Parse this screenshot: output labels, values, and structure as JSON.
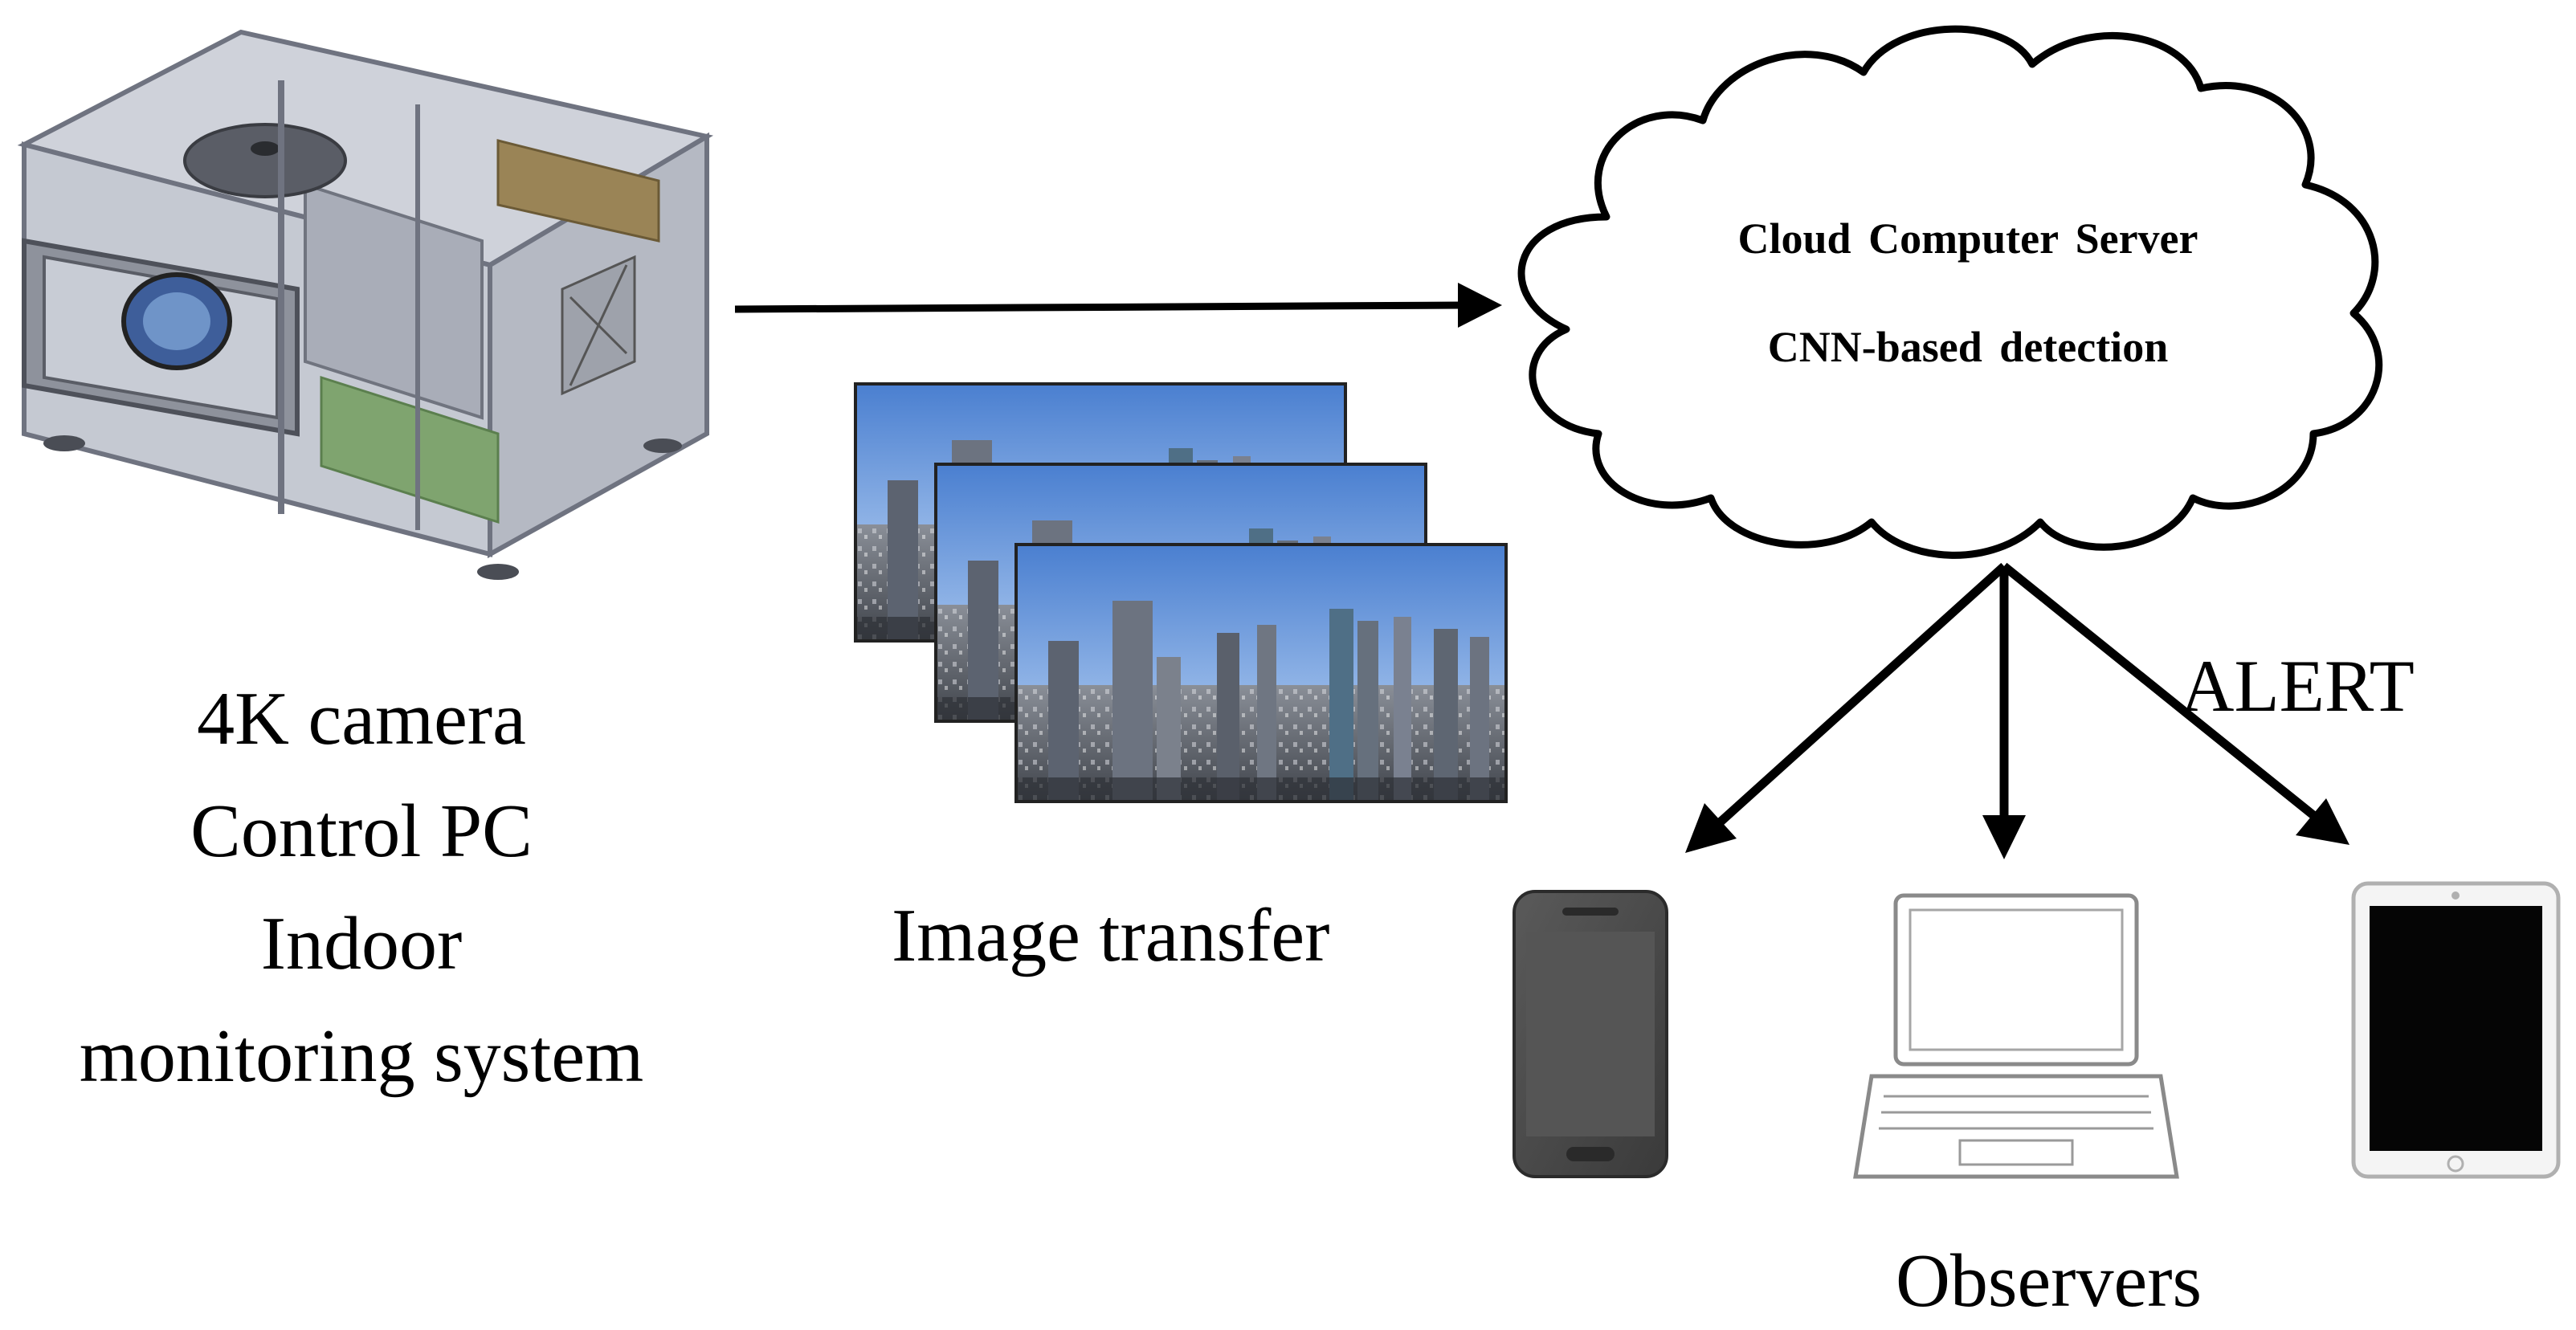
{
  "camera_labels": [
    "4K camera",
    "Control PC",
    "Indoor",
    "monitoring system"
  ],
  "image_transfer_label": "Image transfer",
  "cloud": {
    "line1": "Cloud Computer Server",
    "line2": "CNN-based detection"
  },
  "alert_label": "ALERT",
  "observers_label": "Observers",
  "colors": {
    "line": "#000000",
    "sky": "#5d8fd6",
    "phone_body": "#4a4a4a",
    "tablet_screen": "#050505"
  }
}
